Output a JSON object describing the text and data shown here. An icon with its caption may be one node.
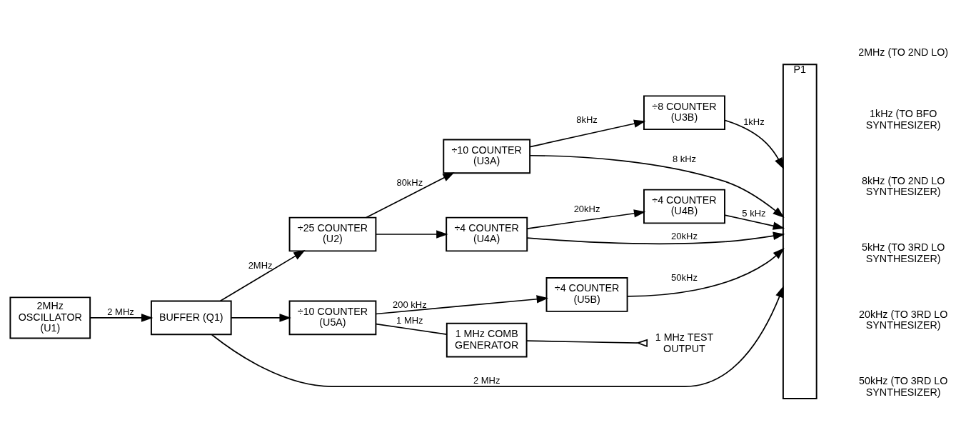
{
  "diagram": {
    "nodes": [
      {
        "text": [
          "2MHz OSCILLATOR (U1)"
        ]
      },
      {
        "text": [
          "BUFFER (Q1)"
        ]
      },
      {
        "text": [
          "÷25 COUNTER (U2)"
        ]
      },
      {
        "text": [
          "÷10 COUNTER (U3A)"
        ]
      },
      {
        "text": [
          "÷8 COUNTER (U3B)"
        ]
      },
      {
        "text": [
          "÷4 COUNTER (U4A)"
        ]
      },
      {
        "text": [
          "÷4 COUNTER (U4B)"
        ]
      },
      {
        "text": [
          "÷10 COUNTER (U5A)"
        ]
      },
      {
        "text": [
          "÷4 COUNTER (U5B)"
        ]
      },
      {
        "text": [
          "P1"
        ]
      },
      {
        "text": [
          "1 MHz COMB GENERATOR"
        ]
      },
      {
        "text": [
          "1 MHz TEST OUTPUT"
        ]
      }
    ],
    "edges": [
      {
        "from": 0,
        "to": 1,
        "arrow": "to",
        "label": "2 MHz"
      },
      {
        "from": 1,
        "to": 2,
        "arrow": "to",
        "label": "2MHz"
      },
      {
        "from": 1,
        "to": 9,
        "arrow": "to",
        "label": "2 MHz"
      },
      {
        "from": 1,
        "to": 7,
        "arrow": "to"
      },
      {
        "from": 2,
        "to": 3,
        "arrow": "to",
        "label": "80kHz"
      },
      {
        "from": 2,
        "to": 5,
        "arrow": "to"
      },
      {
        "from": 3,
        "to": 4,
        "arrow": "to",
        "label": "8kHz"
      },
      {
        "from": 3,
        "to": 9,
        "arrow": "to",
        "label": "8 kHz"
      },
      {
        "from": 4,
        "to": 9,
        "arrow": "to",
        "label": "1kHz"
      },
      {
        "from": 5,
        "to": 6,
        "arrow": "to",
        "label": "20kHz"
      },
      {
        "from": 5,
        "to": 9,
        "arrow": "to",
        "label": "20kHz"
      },
      {
        "from": 6,
        "to": 9,
        "arrow": "to",
        "label": "5 kHz"
      },
      {
        "from": 7,
        "to": 8,
        "arrow": "to",
        "label": "200 kHz"
      },
      {
        "from": 8,
        "to": 9,
        "arrow": "to",
        "label": "50kHz"
      },
      {
        "from": 7,
        "to": 10,
        "arrow": "none",
        "label": "1 MHz"
      },
      {
        "from": 10,
        "to": 11,
        "arrow": "other"
      }
    ],
    "labels": [
      "2MHz (TO 2ND LO)",
      "1kHz (TO BFO SYNTHESIZER)",
      "8kHz (TO 2ND LO SYNTHESIZER)",
      "5kHz (TO 3RD LO SYNTHESIZER)",
      "20kHz (TO 3RD LO SYNTHESIZER)",
      "50kHz (TO 3RD LO SYNTHESIZER)"
    ]
  }
}
